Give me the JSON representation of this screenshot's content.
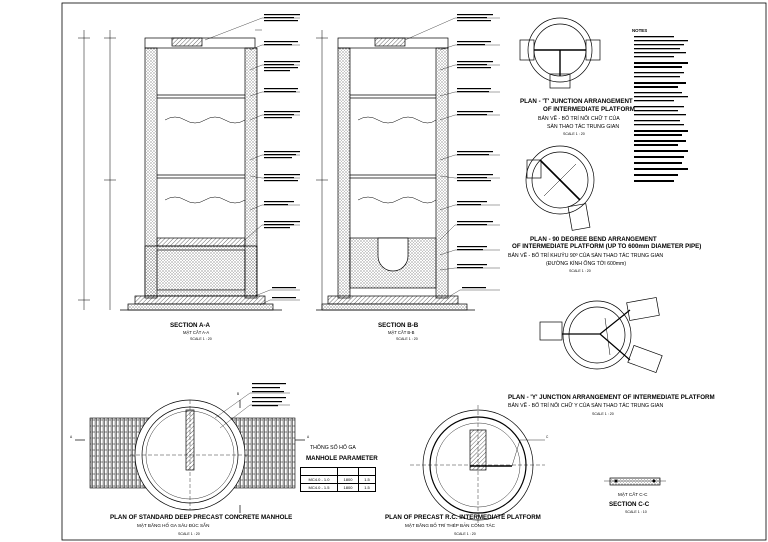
{
  "sections": {
    "aa": {
      "title": "SECTION A-A",
      "sub": "MẶT CẮT A-A",
      "scale": "SCALE 1 : 20"
    },
    "bb": {
      "title": "SECTION B-B",
      "sub": "MẶT CẮT B-B",
      "scale": "SCALE 1 : 20"
    },
    "cc": {
      "sub": "MẶT CẮT C-C",
      "title": "SECTION C-C",
      "scale": "SCALE 1 : 10"
    }
  },
  "plans": {
    "t_junction": {
      "title1": "PLAN - 'T' JUNCTION ARRANGEMENT",
      "title2": "OF INTERMEDIATE PLATFORM",
      "sub1": "BẢN VẼ - BỐ TRÍ NỐI CHỮ T CỦA",
      "sub2": "SÀN THAO TÁC TRUNG GIAN",
      "scale": "SCALE 1 : 20"
    },
    "bend": {
      "title1": "PLAN - 90 DEGREE BEND ARRANGEMENT",
      "title2": "OF INTERMEDIATE PLATFORM (UP TO 600mm DIAMETER PIPE)",
      "sub1": "BẢN VẼ - BỐ TRÍ KHUỶU 90º CỦA SÀN THAO TÁC TRUNG GIAN",
      "sub2": "(ĐƯỜNG KÍNH ỐNG TỚI 600mm)",
      "scale": "SCALE 1 : 20"
    },
    "y_junction": {
      "title": "PLAN - 'Y' JUNCTION ARRANGEMENT OF INTERMEDIATE PLATFORM",
      "sub": "BẢN VẼ - BỐ TRÍ NỐI CHỮ Y CỦA SÀN THAO TÁC TRUNG GIAN",
      "scale": "SCALE 1 : 20"
    },
    "manhole": {
      "title": "PLAN OF STANDARD DEEP PRECAST CONCRETE MANHOLE",
      "sub": "MẶT BẰNG HỐ GA SÂU ĐÚC SẴN",
      "scale": "SCALE 1 : 20"
    },
    "platform": {
      "title": "PLAN OF PRECAST R.C. INTERMEDIATE PLATFORM",
      "sub": "MẶT BẰNG BỐ TRÍ THÉP BẢN CÔNG TÁC",
      "scale": "SCALE 1 : 20"
    }
  },
  "parameter_table": {
    "title_vn": "THÔNG SỐ HỐ GA",
    "title_en": "MANHOLE PARAMETER",
    "rows": [
      {
        "c1": "",
        "c2": "",
        "c3": ""
      },
      {
        "c1": "MC4.0 - 1.0",
        "c2": "1800",
        "c3": "1.5"
      },
      {
        "c1": "MC4.0 - 1.5",
        "c2": "1800",
        "c3": "1.5"
      }
    ]
  },
  "section_marks": {
    "a": "A",
    "b": "B",
    "c": "C"
  },
  "notes": {
    "heading": "NOTES"
  }
}
